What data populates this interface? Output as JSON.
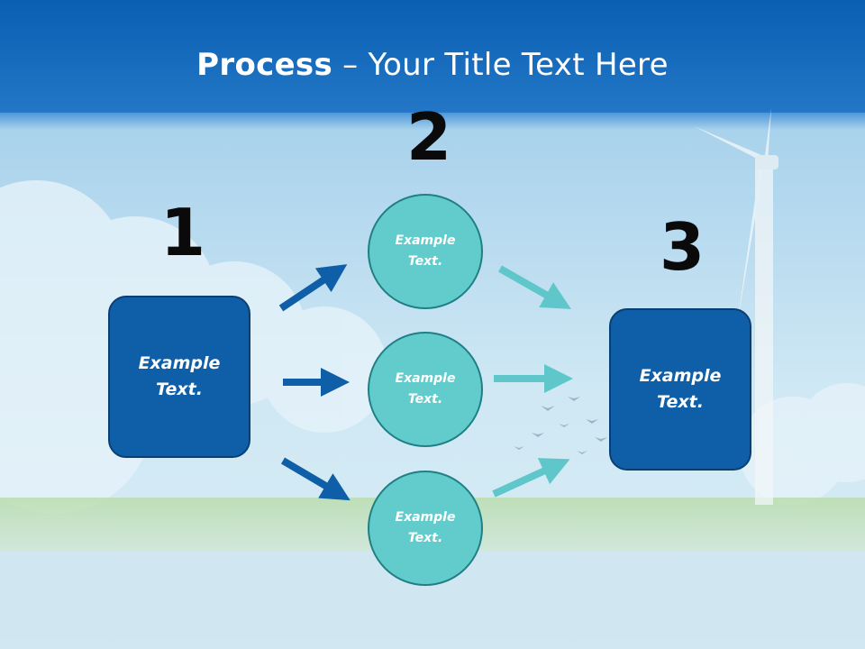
{
  "title": {
    "bold": "Process",
    "rest": " – Your Title Text Here"
  },
  "steps": [
    {
      "number": "1",
      "lines": [
        "Example",
        "Text."
      ]
    },
    {
      "number": "2",
      "items": [
        {
          "lines": [
            "Example",
            "Text."
          ]
        },
        {
          "lines": [
            "Example",
            "Text."
          ]
        },
        {
          "lines": [
            "Example",
            "Text."
          ]
        }
      ]
    },
    {
      "number": "3",
      "lines": [
        "Example",
        "Text."
      ]
    }
  ],
  "colors": {
    "title_bar": "#0b63b6",
    "box_fill": "#0f5fa8",
    "circle_fill": "#62cccc",
    "arrow_dark": "#0f5fa8",
    "arrow_teal": "#5fc6c9"
  }
}
